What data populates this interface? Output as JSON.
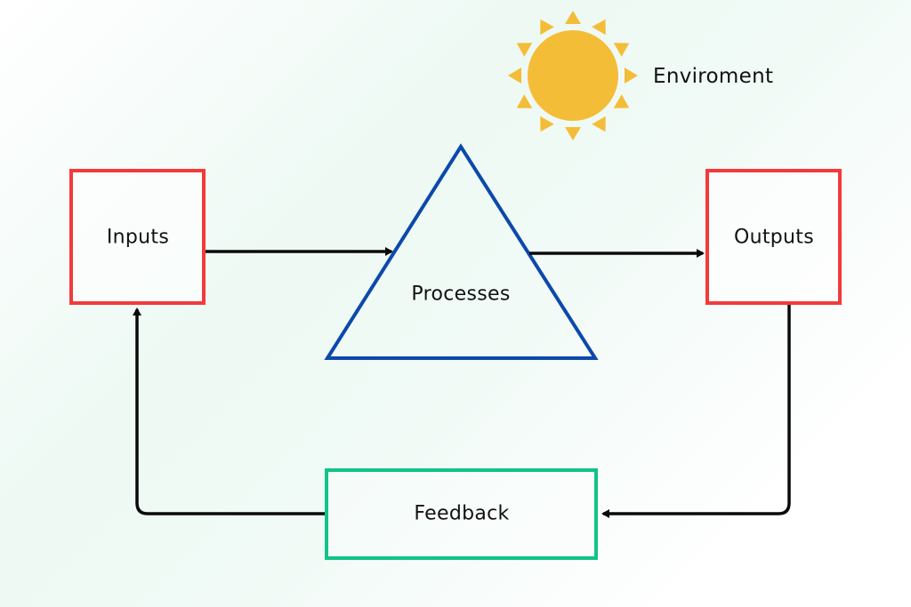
{
  "diagram": {
    "type": "systems-model",
    "nodes": {
      "inputs": {
        "label": "Inputs",
        "shape": "rectangle",
        "color": "#f33a3a"
      },
      "processes": {
        "label": "Processes",
        "shape": "triangle",
        "color": "#0b49ab"
      },
      "outputs": {
        "label": "Outputs",
        "shape": "rectangle",
        "color": "#f33a3a"
      },
      "feedback": {
        "label": "Feedback",
        "shape": "rectangle",
        "color": "#10c485"
      },
      "environment": {
        "label": "Enviroment",
        "shape": "sun",
        "color": "#f4bd37"
      }
    },
    "edges": [
      {
        "from": "inputs",
        "to": "processes"
      },
      {
        "from": "processes",
        "to": "outputs"
      },
      {
        "from": "outputs",
        "to": "feedback"
      },
      {
        "from": "feedback",
        "to": "inputs"
      }
    ],
    "edge_color": "#0a0a0a"
  }
}
